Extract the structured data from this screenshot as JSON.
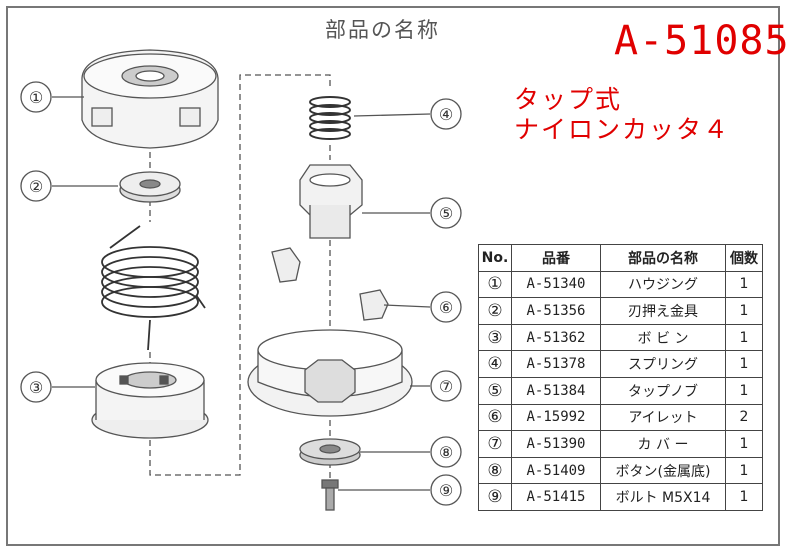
{
  "header": {
    "title": "部品の名称",
    "model": "A-51085",
    "subtitle_line1": "タップ式",
    "subtitle_line2": "ナイロンカッタ４"
  },
  "callouts": [
    "①",
    "②",
    "③",
    "④",
    "⑤",
    "⑥",
    "⑦",
    "⑧",
    "⑨"
  ],
  "parts_table": {
    "headers": [
      "No.",
      "品番",
      "部品の名称",
      "個数"
    ],
    "rows": [
      {
        "no": "①",
        "part_no": "A-51340",
        "name": "ハウジング",
        "qty": "1"
      },
      {
        "no": "②",
        "part_no": "A-51356",
        "name": "刃押え金具",
        "qty": "1"
      },
      {
        "no": "③",
        "part_no": "A-51362",
        "name": "ボ ビ ン",
        "qty": "1"
      },
      {
        "no": "④",
        "part_no": "A-51378",
        "name": "スプリング",
        "qty": "1"
      },
      {
        "no": "⑤",
        "part_no": "A-51384",
        "name": "タップノブ",
        "qty": "1"
      },
      {
        "no": "⑥",
        "part_no": "A-15992",
        "name": "アイレット",
        "qty": "2"
      },
      {
        "no": "⑦",
        "part_no": "A-51390",
        "name": "カ バ ー",
        "qty": "1"
      },
      {
        "no": "⑧",
        "part_no": "A-51409",
        "name": "ボタン(金属底)",
        "qty": "1"
      },
      {
        "no": "⑨",
        "part_no": "A-51415",
        "name": "ボルト M5X14",
        "qty": "1"
      }
    ]
  }
}
